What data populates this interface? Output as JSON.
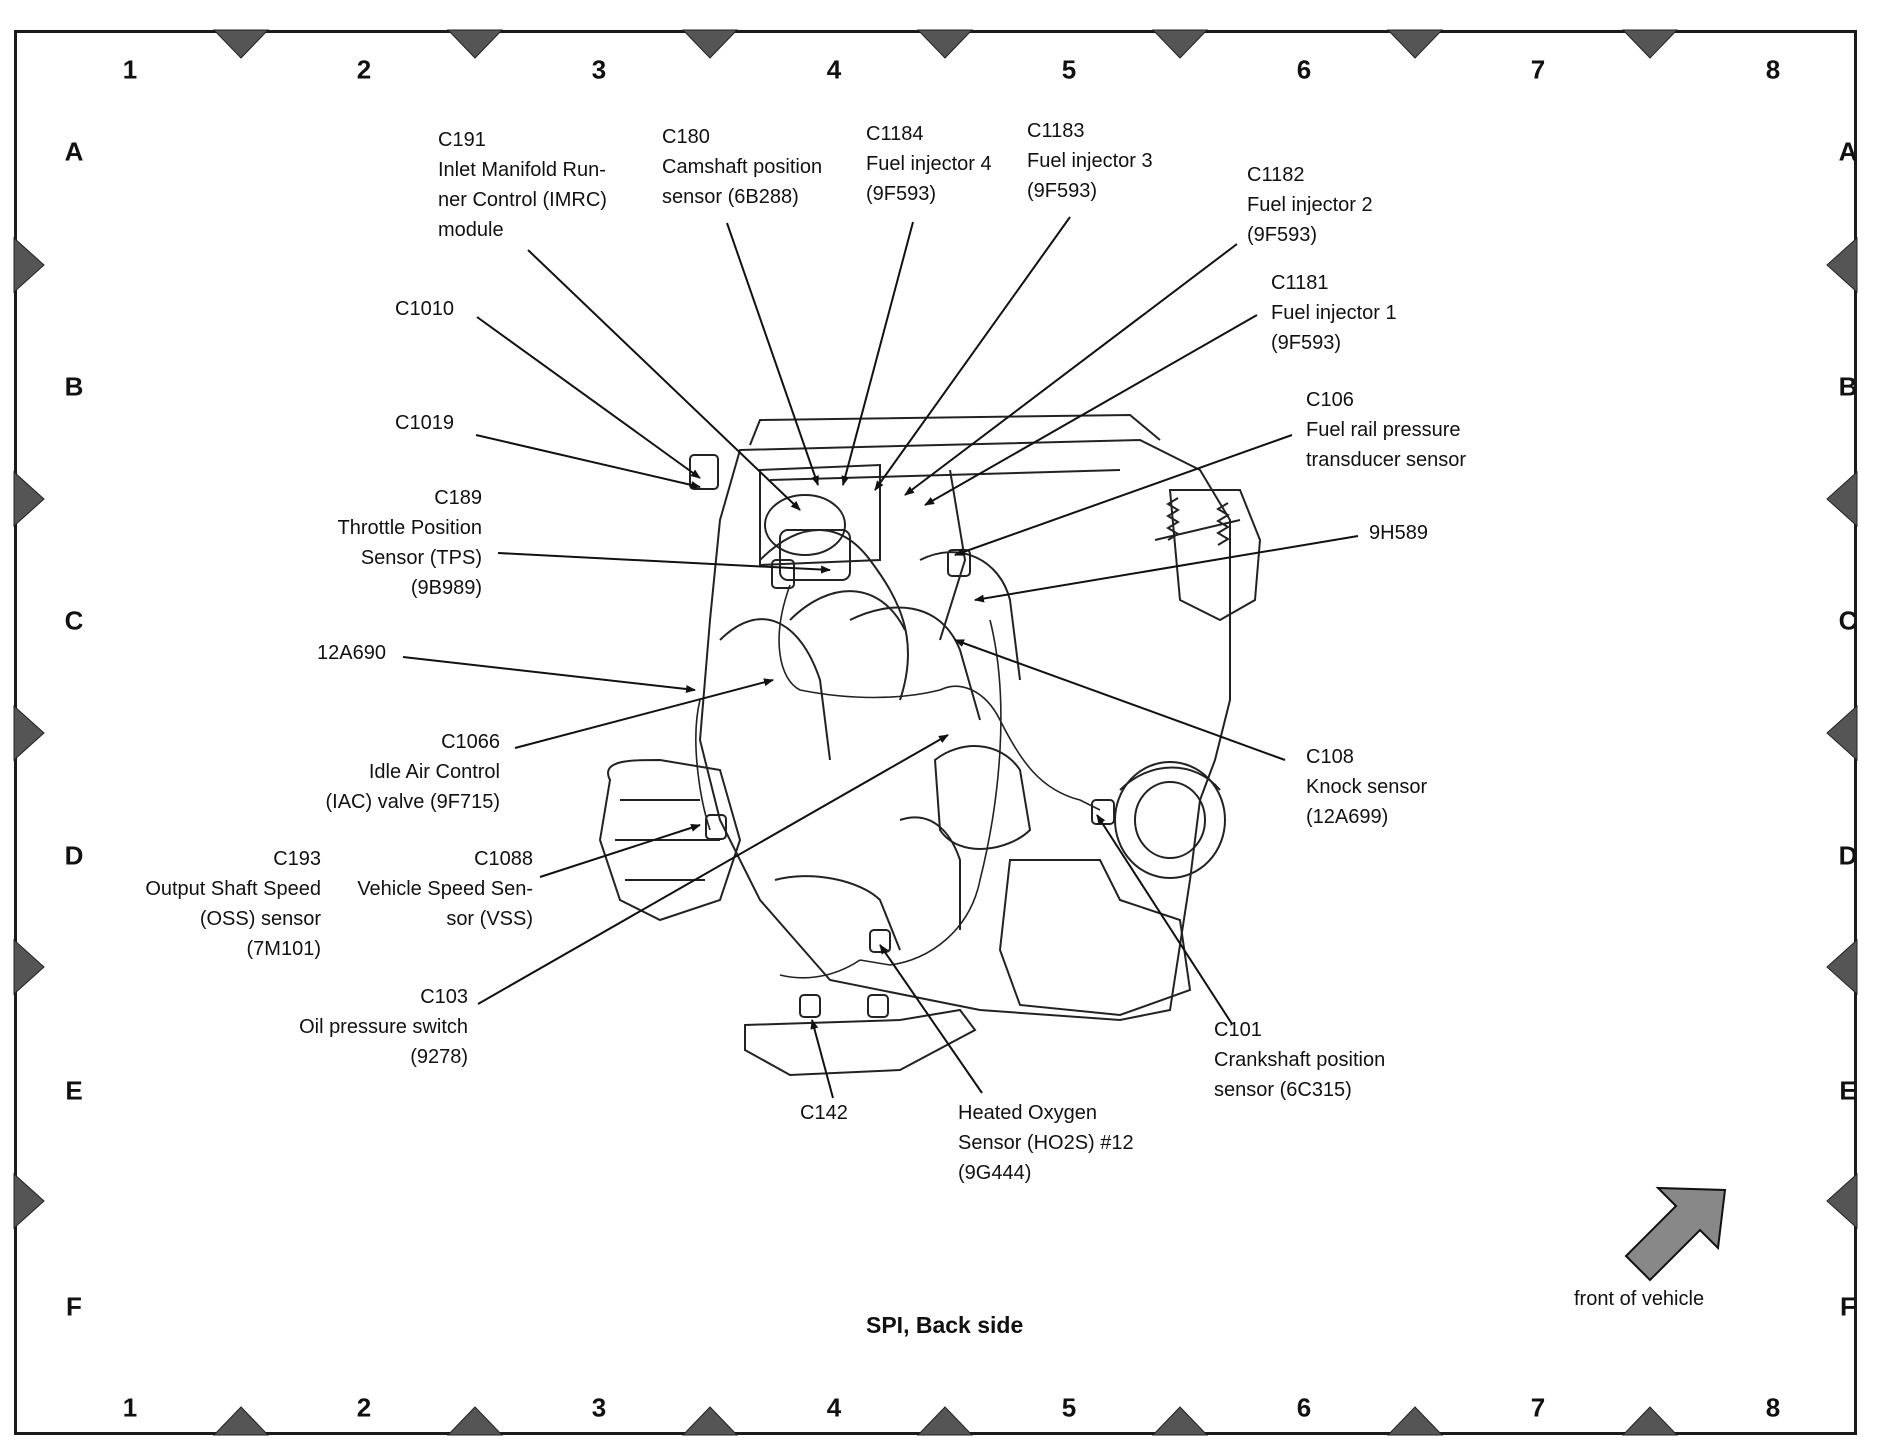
{
  "diagram": {
    "caption": "SPI, Back side",
    "front_label": "front of vehicle",
    "grid_columns": [
      "1",
      "2",
      "3",
      "4",
      "5",
      "6",
      "7",
      "8"
    ],
    "grid_rows": [
      "A",
      "B",
      "C",
      "D",
      "E",
      "F"
    ]
  },
  "callouts": {
    "c191": [
      "C191",
      "Inlet Manifold Run-",
      "ner Control (IMRC)",
      "module"
    ],
    "c180": [
      "C180",
      "Camshaft position",
      "sensor (6B288)"
    ],
    "c1184": [
      "C1184",
      "Fuel injector 4",
      "(9F593)"
    ],
    "c1183": [
      "C1183",
      "Fuel injector 3",
      "(9F593)"
    ],
    "c1182": [
      "C1182",
      "Fuel injector 2",
      "(9F593)"
    ],
    "c1181": [
      "C1181",
      "Fuel injector 1",
      "(9F593)"
    ],
    "c1010": [
      "C1010"
    ],
    "c1019": [
      "C1019"
    ],
    "c106": [
      "C106",
      "Fuel rail pressure",
      "transducer sensor"
    ],
    "c189": [
      "C189",
      "Throttle Position",
      "Sensor (TPS)",
      "(9B989)"
    ],
    "h9h589": [
      "9H589"
    ],
    "a12a690": [
      "12A690"
    ],
    "c1066": [
      "C1066",
      "Idle Air Control",
      "(IAC) valve (9F715)"
    ],
    "c108": [
      "C108",
      "Knock sensor",
      "(12A699)"
    ],
    "c193": [
      "C193",
      "Output Shaft Speed",
      "(OSS) sensor",
      "(7M101)"
    ],
    "c1088": [
      "C1088",
      "Vehicle Speed Sen-",
      "sor (VSS)"
    ],
    "c103": [
      "C103",
      "Oil pressure switch",
      "(9278)"
    ],
    "c101": [
      "C101",
      "Crankshaft position",
      "sensor (6C315)"
    ],
    "c142": [
      "C142"
    ],
    "ho2s": [
      "Heated Oxygen",
      "Sensor (HO2S) #12",
      "(9G444)"
    ]
  }
}
